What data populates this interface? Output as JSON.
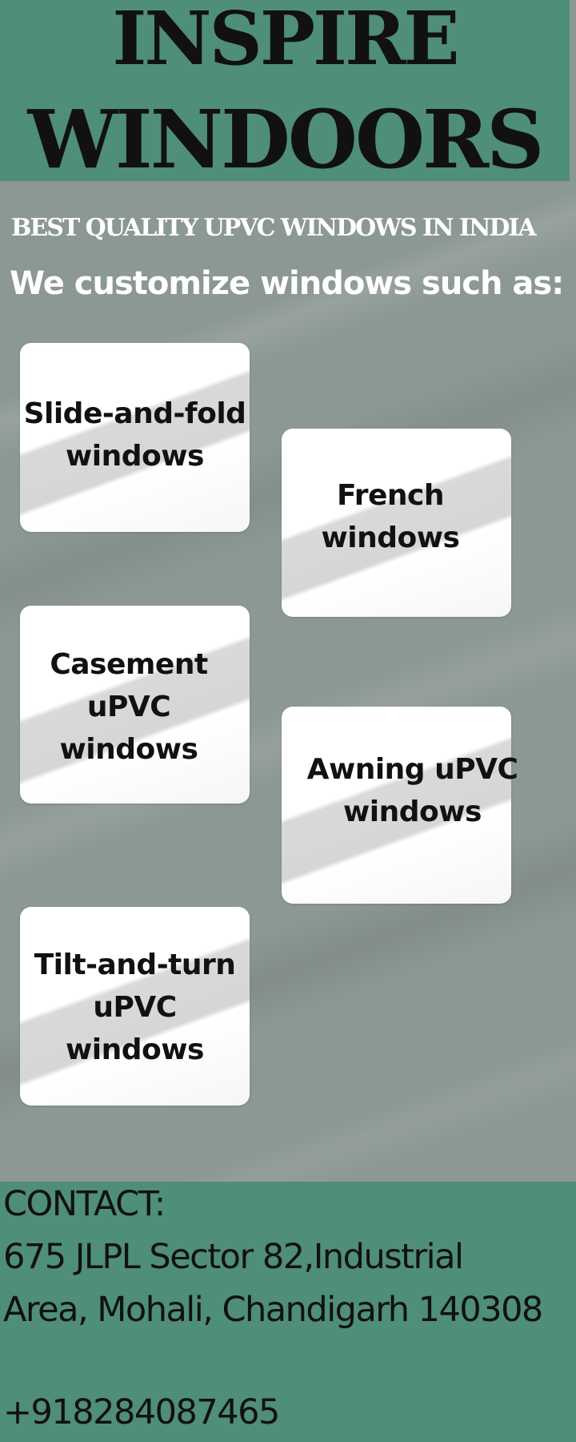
{
  "header": {
    "title_line1": "INSPIRE",
    "title_line2": "WINDOORS"
  },
  "tagline": "BEST QUALITY UPVC WINDOWS IN INDIA",
  "intro": "We customize windows such as:",
  "cards": [
    {
      "label": "Slide-and-fold\nwindows"
    },
    {
      "label": "French\nwindows"
    },
    {
      "label": "Casement\nuPVC\nwindows"
    },
    {
      "label": "Awning uPVC\nwindows"
    },
    {
      "label": "Tilt-and-turn\nuPVC\nwindows"
    }
  ],
  "contact": {
    "heading": "CONTACT:",
    "address_line1": "675 JLPL Sector 82,Industrial",
    "address_line2": "Area, Mohali, Chandigarh 140308",
    "phone": "+918284087465"
  },
  "colors": {
    "header_bg": "#4f8e78",
    "body_bg": "#8c9893",
    "card_bg": "#ffffff",
    "text_dark": "#111111",
    "text_light": "#ffffff"
  }
}
